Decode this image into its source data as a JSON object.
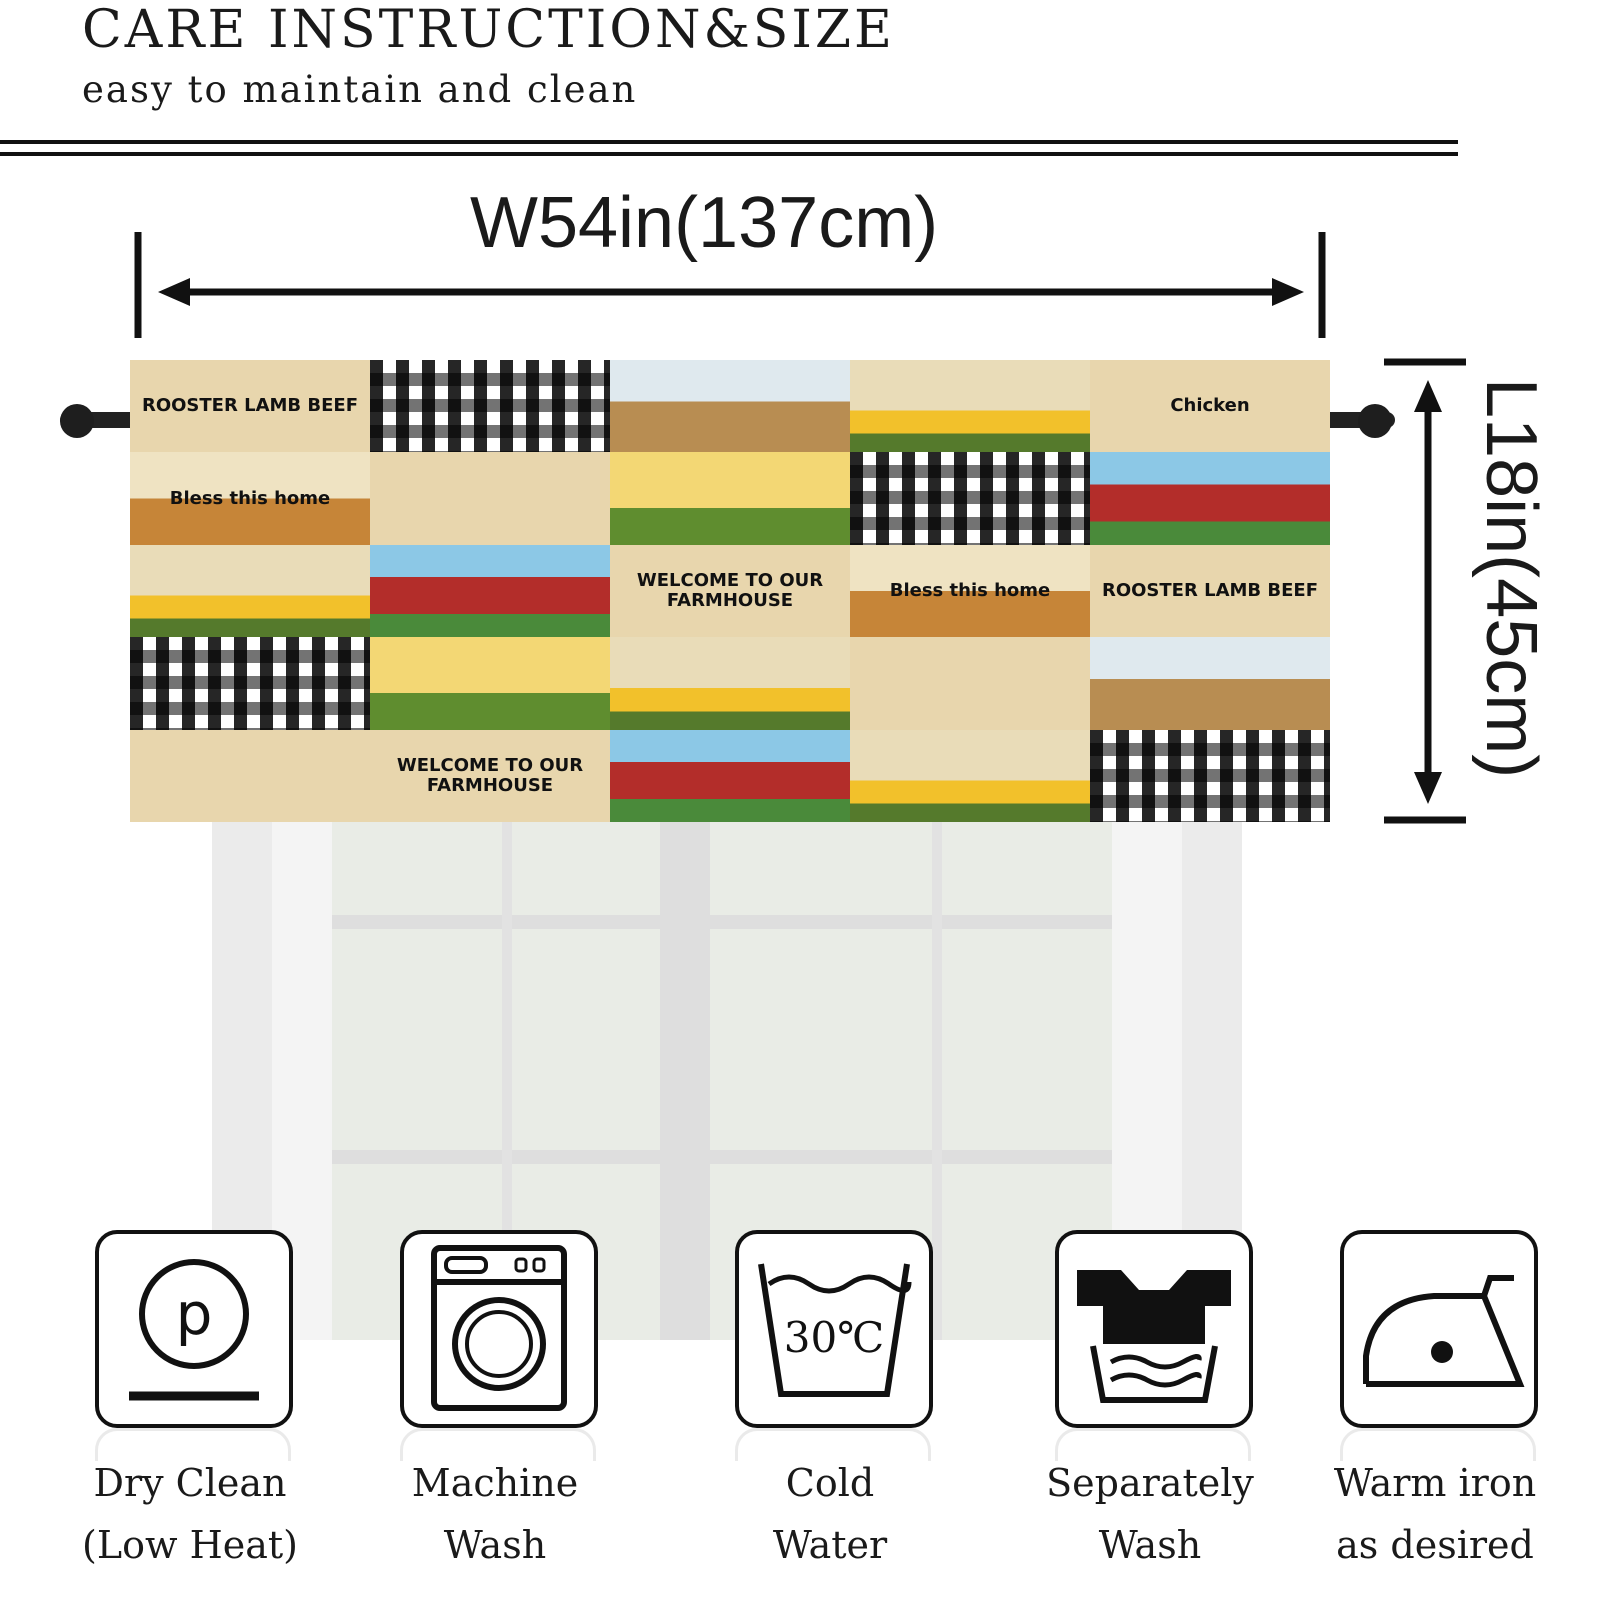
{
  "header": {
    "title": "CARE INSTRUCTION&SIZE",
    "subtitle": "easy to maintain and clean"
  },
  "dimensions": {
    "width_label": "W54in(137cm)",
    "length_label": "L18in(45cm)"
  },
  "valance": {
    "tiles": [
      {
        "style": "t-kraft",
        "text": "ROOSTER LAMB BEEF"
      },
      {
        "style": "t-check",
        "text": ""
      },
      {
        "style": "t-field",
        "text": ""
      },
      {
        "style": "t-flowers",
        "text": ""
      },
      {
        "style": "t-kraft",
        "text": "Chicken"
      },
      {
        "style": "t-house",
        "text": "Bless this home"
      },
      {
        "style": "t-kraft",
        "text": ""
      },
      {
        "style": "t-pig",
        "text": ""
      },
      {
        "style": "t-check",
        "text": ""
      },
      {
        "style": "t-barn",
        "text": ""
      },
      {
        "style": "t-flowers",
        "text": ""
      },
      {
        "style": "t-barn",
        "text": ""
      },
      {
        "style": "t-kraft",
        "text": "WELCOME TO OUR FARMHOUSE"
      },
      {
        "style": "t-house",
        "text": "Bless this home"
      },
      {
        "style": "t-kraft",
        "text": "ROOSTER LAMB BEEF"
      },
      {
        "style": "t-check",
        "text": ""
      },
      {
        "style": "t-pig",
        "text": ""
      },
      {
        "style": "t-flowers",
        "text": ""
      },
      {
        "style": "t-kraft",
        "text": ""
      },
      {
        "style": "t-field",
        "text": ""
      },
      {
        "style": "t-kraft",
        "text": ""
      },
      {
        "style": "t-kraft",
        "text": "WELCOME TO OUR FARMHOUSE"
      },
      {
        "style": "t-barn",
        "text": ""
      },
      {
        "style": "t-flowers",
        "text": ""
      },
      {
        "style": "t-check",
        "text": ""
      }
    ]
  },
  "care": [
    {
      "icon": "dry-clean-icon",
      "line1": "Dry Clean",
      "line2": "(Low Heat)"
    },
    {
      "icon": "washing-machine-icon",
      "line1": "Machine",
      "line2": "Wash"
    },
    {
      "icon": "wash-30c-icon",
      "line1": "Cold",
      "line2": "Water",
      "temp": "30℃"
    },
    {
      "icon": "separate-wash-icon",
      "line1": "Separately",
      "line2": "Wash"
    },
    {
      "icon": "iron-icon",
      "line1": "Warm iron",
      "line2": "as desired"
    }
  ]
}
